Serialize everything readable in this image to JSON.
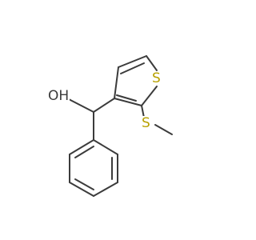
{
  "molecule": {
    "atoms": {
      "ring_sulfur": {
        "symbol": "S",
        "color": "#b8a100"
      },
      "thioether_sulfur": {
        "symbol": "S",
        "color": "#b8a100"
      },
      "hydroxyl": {
        "label": "OH",
        "color": "#3b3b3b"
      }
    },
    "bond_color": "#3b3b3b"
  }
}
